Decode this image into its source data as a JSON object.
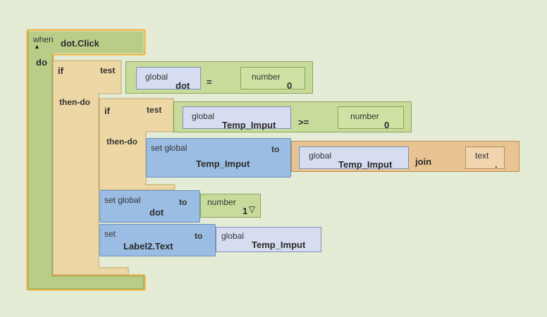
{
  "event": {
    "when": "when",
    "component": "dot.Click",
    "do": "do"
  },
  "if1": {
    "if": "if",
    "test": "test",
    "then_do": "then-do",
    "global_label": "global",
    "global_name": "dot",
    "op": "=",
    "number_label": "number",
    "number_value": "0"
  },
  "if2": {
    "if": "if",
    "test": "test",
    "then_do": "then-do",
    "global_label": "global",
    "global_name": "Temp_Imput",
    "op": ">=",
    "number_label": "number",
    "number_value": "0"
  },
  "set1": {
    "set_label": "set global",
    "var_name": "Temp_Imput",
    "to": "to",
    "global_label": "global",
    "global_name": "Temp_Imput",
    "join": "join",
    "text_label": "text",
    "text_value": "."
  },
  "set2": {
    "set_label": "set global",
    "var_name": "dot",
    "to": "to",
    "number_label": "number",
    "number_value": "1",
    "dropdown_glyph": "▽"
  },
  "set3": {
    "set_label": "set",
    "var_name": "Label2.Text",
    "to": "to",
    "global_label": "global",
    "global_name": "Temp_Imput"
  },
  "colors": {
    "event_green": "#b9cd89",
    "control_tan": "#edd8a5",
    "variable_blue": "#9cbde3",
    "math_green": "#c7dc9b",
    "text_orange": "#e9c493",
    "highlight": "#f3b23c"
  },
  "icons": {
    "collapse": "▲"
  }
}
